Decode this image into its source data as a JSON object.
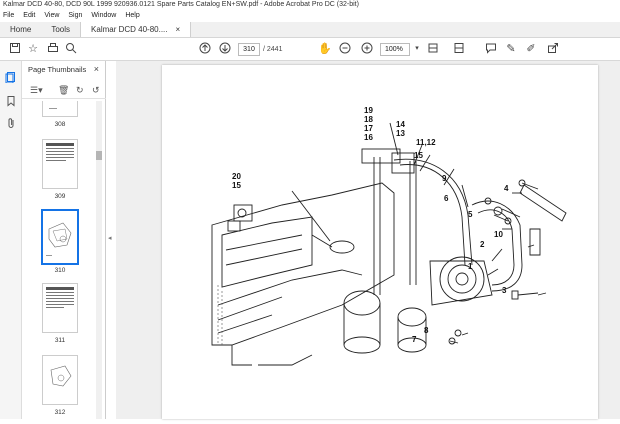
{
  "window": {
    "title": "Kalmar DCD 40-80, DCD 90L 1999 920936.0121 Spare Parts Catalog EN+SW.pdf - Adobe Acrobat Pro DC (32-bit)"
  },
  "menu": [
    "File",
    "Edit",
    "View",
    "Sign",
    "Window",
    "Help"
  ],
  "tabs": {
    "home": "Home",
    "tools": "Tools",
    "doc": "Kalmar DCD 40-80....",
    "close": "×"
  },
  "toolbar": {
    "page_current": "310",
    "page_total": "/ 2441",
    "zoom": "100%"
  },
  "panel": {
    "title": "Page Thumbnails",
    "close": "×"
  },
  "thumbnails": [
    {
      "label": "308"
    },
    {
      "label": "309"
    },
    {
      "label": "310"
    },
    {
      "label": "311"
    },
    {
      "label": "312"
    }
  ],
  "callouts": [
    "19",
    "18",
    "17",
    "16",
    "14",
    "13",
    "11,12",
    "15",
    "9",
    "4",
    "6",
    "5",
    "10",
    "2",
    "1",
    "3",
    "20",
    "15",
    "8",
    "7"
  ],
  "icons": {
    "save": "save-icon",
    "star": "star-icon",
    "print": "print-icon",
    "search": "search-icon",
    "page_up": "page-up-icon",
    "page_down": "page-down-icon",
    "hand": "hand-icon",
    "zoom_out": "zoom-out-icon",
    "zoom_in": "zoom-in-icon",
    "fit": "fit-page-icon",
    "scroll_mode": "scroll-mode-icon",
    "comment": "comment-icon",
    "pen": "pen-icon",
    "highlight": "highlight-icon",
    "share": "share-icon"
  }
}
